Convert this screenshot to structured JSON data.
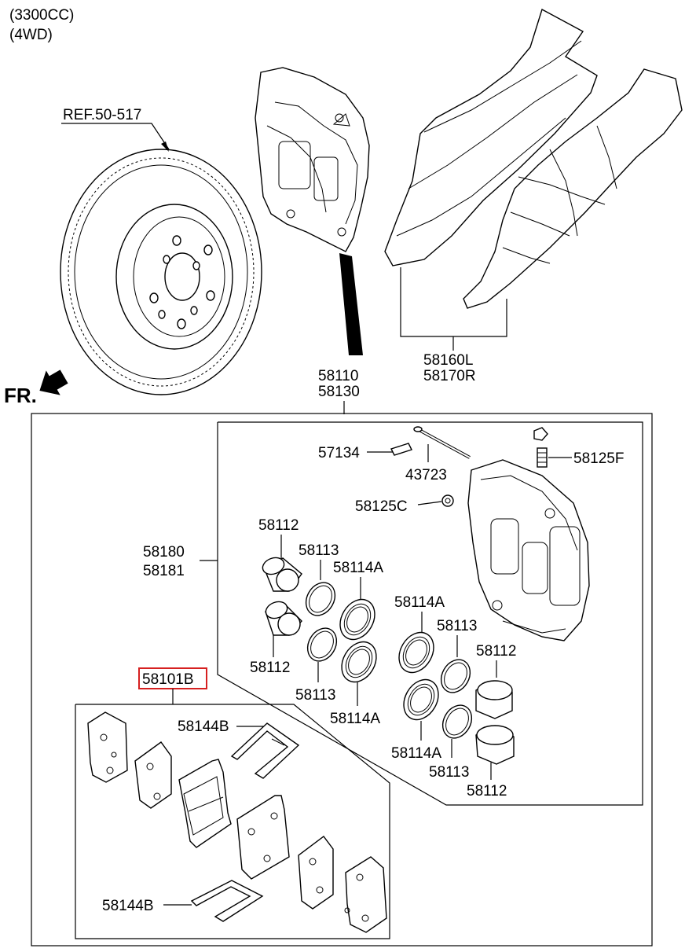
{
  "header": {
    "engine": "(3300CC)",
    "drive": "(4WD)"
  },
  "direction": {
    "label": "FR."
  },
  "reference": {
    "label": "REF.50-517"
  },
  "labels": {
    "caliper_assy_top": "58110",
    "caliper_assy_bottom": "58130",
    "dust_cover_left": "58160L",
    "dust_cover_right": "58170R",
    "bleeder_cap": "57134",
    "pin": "43723",
    "bleeder_screw": "58125F",
    "plug": "58125C",
    "caliper_body_top": "58180",
    "caliper_body_bottom": "58181",
    "piston_a": "58112",
    "piston_b": "58112",
    "piston_c": "58112",
    "piston_d": "58112",
    "seal_a": "58113",
    "seal_b": "58113",
    "seal_c": "58113",
    "seal_d": "58113",
    "boot_a": "58114A",
    "boot_b": "58114A",
    "boot_c": "58114A",
    "boot_d": "58114A",
    "pad_kit": "58101B",
    "clip_top": "58144B",
    "clip_bottom": "58144B"
  },
  "colors": {
    "highlight": "#d62020",
    "line": "#000000"
  }
}
